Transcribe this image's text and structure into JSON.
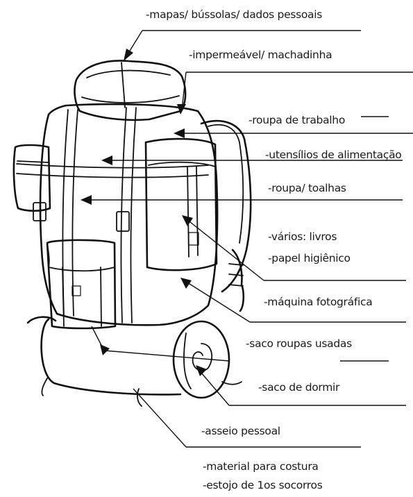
{
  "labels": [
    {
      "id": "maps",
      "text": "-mapas/ bússolas/ dados pessoais"
    },
    {
      "id": "waterproof",
      "text": "-impermeável/ machadinha"
    },
    {
      "id": "workclothes",
      "text": "-roupa de trabalho"
    },
    {
      "id": "utensils",
      "text": "-utensílios de alimentação"
    },
    {
      "id": "clothes",
      "text": "-roupa/ toalhas"
    },
    {
      "id": "books",
      "text": "-vários: livros"
    },
    {
      "id": "toiletpaper",
      "text": "-papel higiênico"
    },
    {
      "id": "camera",
      "text": "-máquina fotográfica"
    },
    {
      "id": "usedclothes",
      "text": "-saco roupas usadas"
    },
    {
      "id": "sleepingbag",
      "text": "-saco de dormir"
    },
    {
      "id": "hygiene",
      "text": "-asseio pessoal"
    },
    {
      "id": "sewing",
      "text": "-material para costura"
    },
    {
      "id": "firstaid",
      "text": "-estojo de 1os socorros"
    }
  ]
}
